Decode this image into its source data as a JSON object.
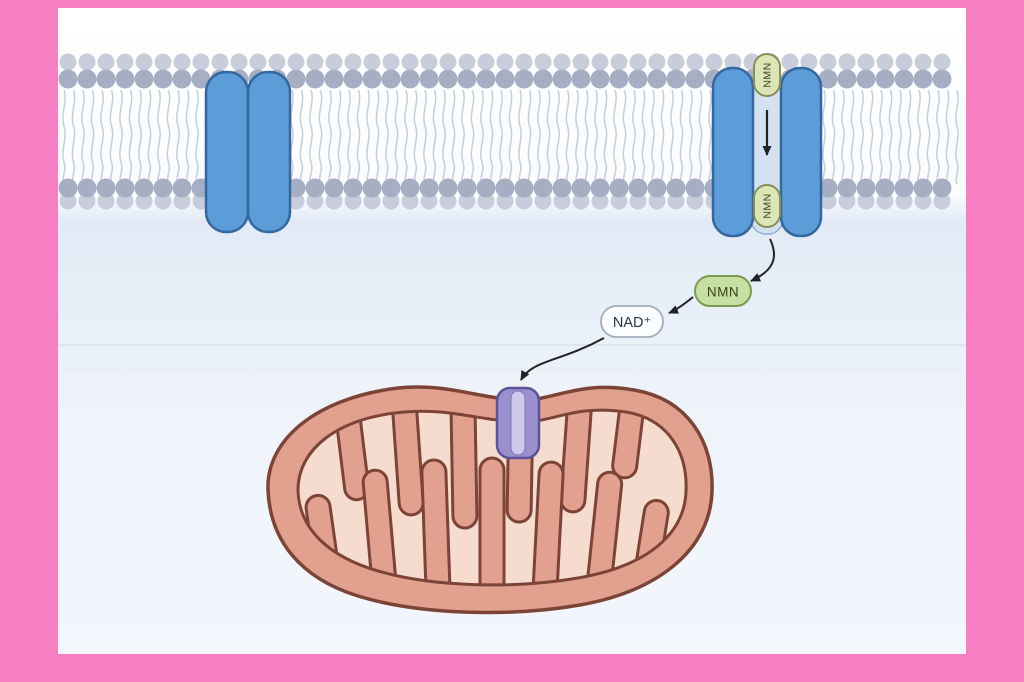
{
  "labels": {
    "nmn_entering": "NMN",
    "nmn_in_channel": "NMN",
    "nmn_cytoplasm": "NMN",
    "nad": "NAD⁺"
  },
  "colors": {
    "frame_pink": "#F77EC3",
    "background": "#FFFFFF",
    "membrane_head": "#A6AEC3",
    "membrane_head_light": "#C7CDDA",
    "membrane_tail": "#C6CCD9",
    "transporter_blue": "#5B9CD9",
    "transporter_outline": "#35689F",
    "channel_slot": "#D3E1F0",
    "nmn_pill_fill": "#DCE5B6",
    "nmn_pill_outline": "#878F55",
    "nmn_label_fill": "#C7DFA3",
    "nmn_label_outline": "#7A9B4E",
    "nad_fill": "#FBFDFE",
    "nad_outline": "#9FACBC",
    "arrow": "#1F2328",
    "mito_outer": "#E2A18F",
    "mito_outline": "#7C4437",
    "mito_matrix": "#F6DCCF",
    "purple_channel": "#9A90CE",
    "purple_channel_light": "#CFC9EC",
    "purple_outline": "#5D539A"
  }
}
